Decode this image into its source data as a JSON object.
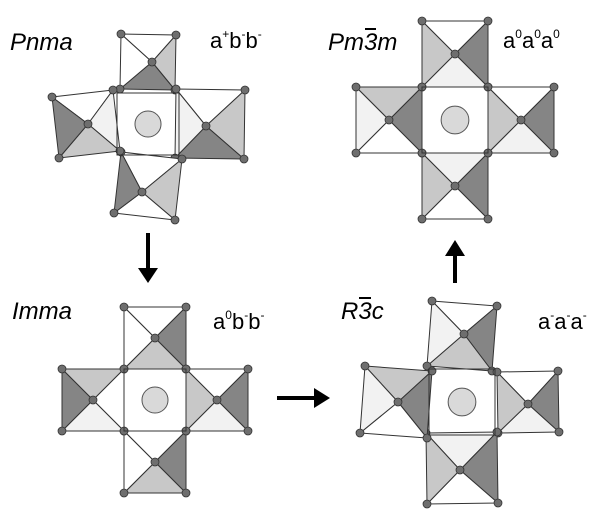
{
  "panels": [
    {
      "id": "pnma",
      "space_group": "Pnma",
      "tilt": [
        {
          "base": "a",
          "sup": "+"
        },
        {
          "base": "b",
          "sup": "-"
        },
        {
          "base": "b",
          "sup": "-"
        }
      ]
    },
    {
      "id": "pm3m",
      "space_group_prefix": "Pm",
      "space_group_bar": "3",
      "space_group_suffix": "m",
      "tilt": [
        {
          "base": "a",
          "sup": "0"
        },
        {
          "base": "a",
          "sup": "0"
        },
        {
          "base": "a",
          "sup": "0"
        }
      ]
    },
    {
      "id": "imma",
      "space_group": "Imma",
      "tilt": [
        {
          "base": "a",
          "sup": "0"
        },
        {
          "base": "b",
          "sup": "-"
        },
        {
          "base": "b",
          "sup": "-"
        }
      ]
    },
    {
      "id": "r3c",
      "space_group_prefix": "R",
      "space_group_bar": "3",
      "space_group_suffix": "c",
      "tilt": [
        {
          "base": "a",
          "sup": "-"
        },
        {
          "base": "a",
          "sup": "-"
        },
        {
          "base": "a",
          "sup": "-"
        }
      ]
    }
  ],
  "arrows": [
    {
      "from": "pnma",
      "to": "imma",
      "direction": "down"
    },
    {
      "from": "imma",
      "to": "r3c",
      "direction": "right"
    },
    {
      "from": "r3c",
      "to": "pm3m",
      "direction": "up"
    }
  ],
  "colors": {
    "light": "#f2f2f2",
    "mid": "#c8c8c8",
    "dark": "#858585",
    "vertex": "#6e6e6e",
    "atom": "#d9d9d9",
    "edge": "#333333"
  }
}
